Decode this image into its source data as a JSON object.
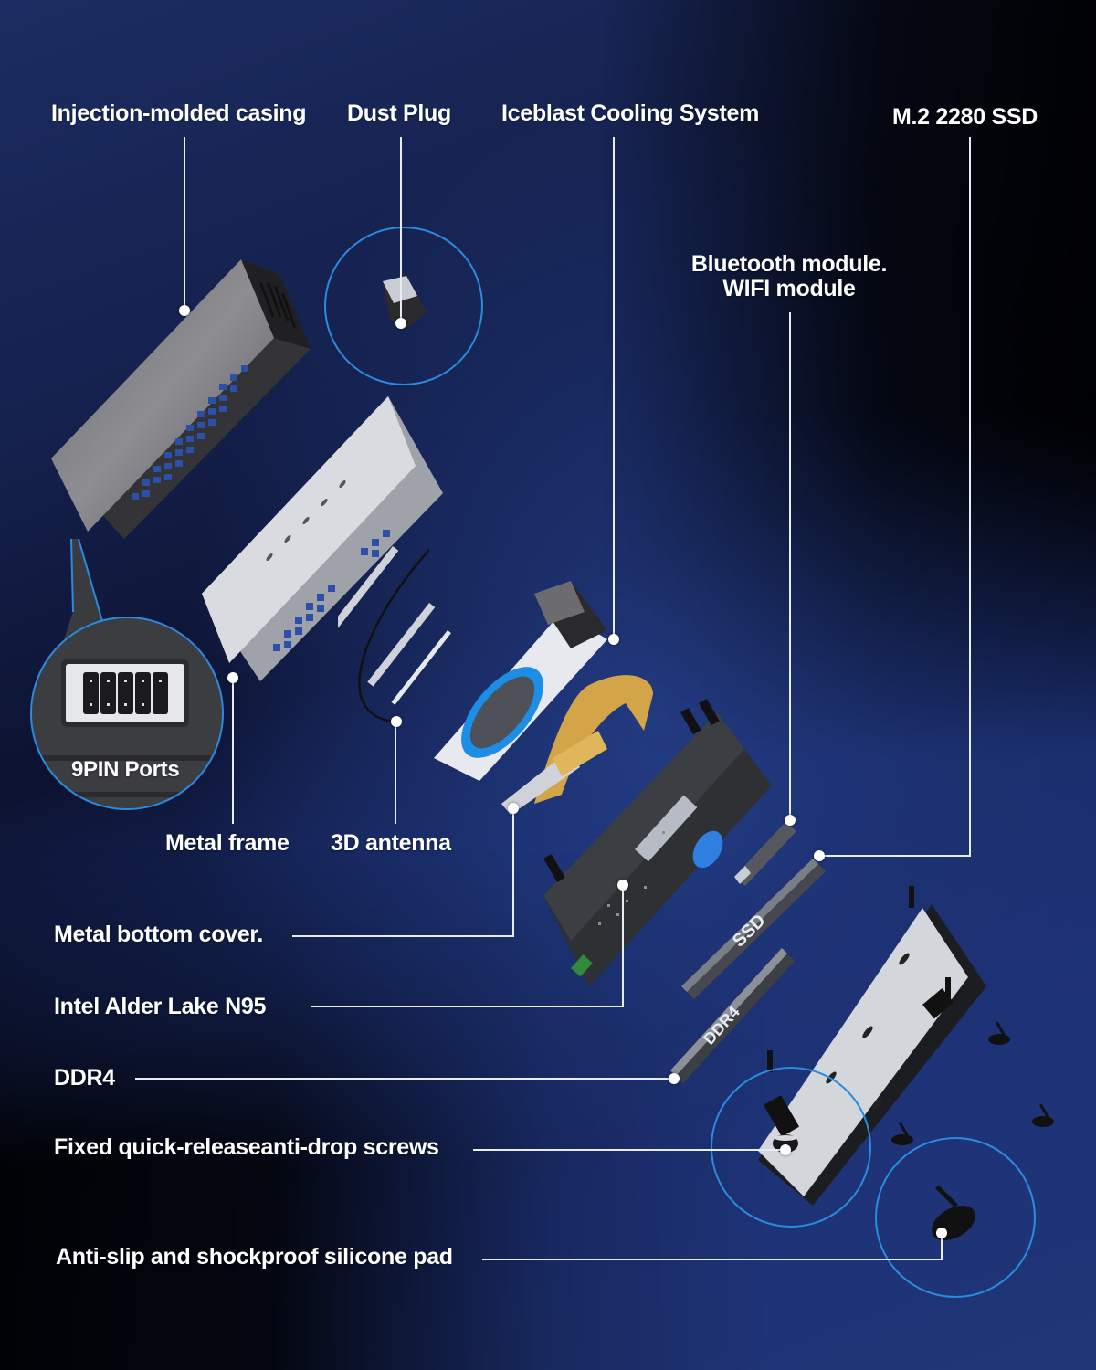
{
  "diagram": {
    "title": "Mini PC exploded view",
    "accent_ring_color": "#2a8be0",
    "leader_line_color": "#e8ecf5",
    "background_colors": [
      "#1c2c62",
      "#0c1230",
      "#203676",
      "#000000"
    ]
  },
  "labels": {
    "casing": "Injection-molded casing",
    "dust_plug": "Dust Plug",
    "cooling": "Iceblast Cooling System",
    "ssd": "M.2 2280 SSD",
    "bt_line1": "Bluetooth module.",
    "bt_line2": "WIFI module",
    "ports": "9PIN Ports",
    "metal_frame": "Metal frame",
    "antenna": "3D antenna",
    "bottom_cover": "Metal bottom cover.",
    "cpu": "Intel Alder Lake N95",
    "ram": "DDR4",
    "screws": "Fixed quick-releaseanti-drop screws",
    "pad": "Anti-slip and shockproof silicone pad"
  },
  "parts": {
    "ssd_print": "SSD",
    "ram_print": "DDR4",
    "pin_count": 9
  }
}
